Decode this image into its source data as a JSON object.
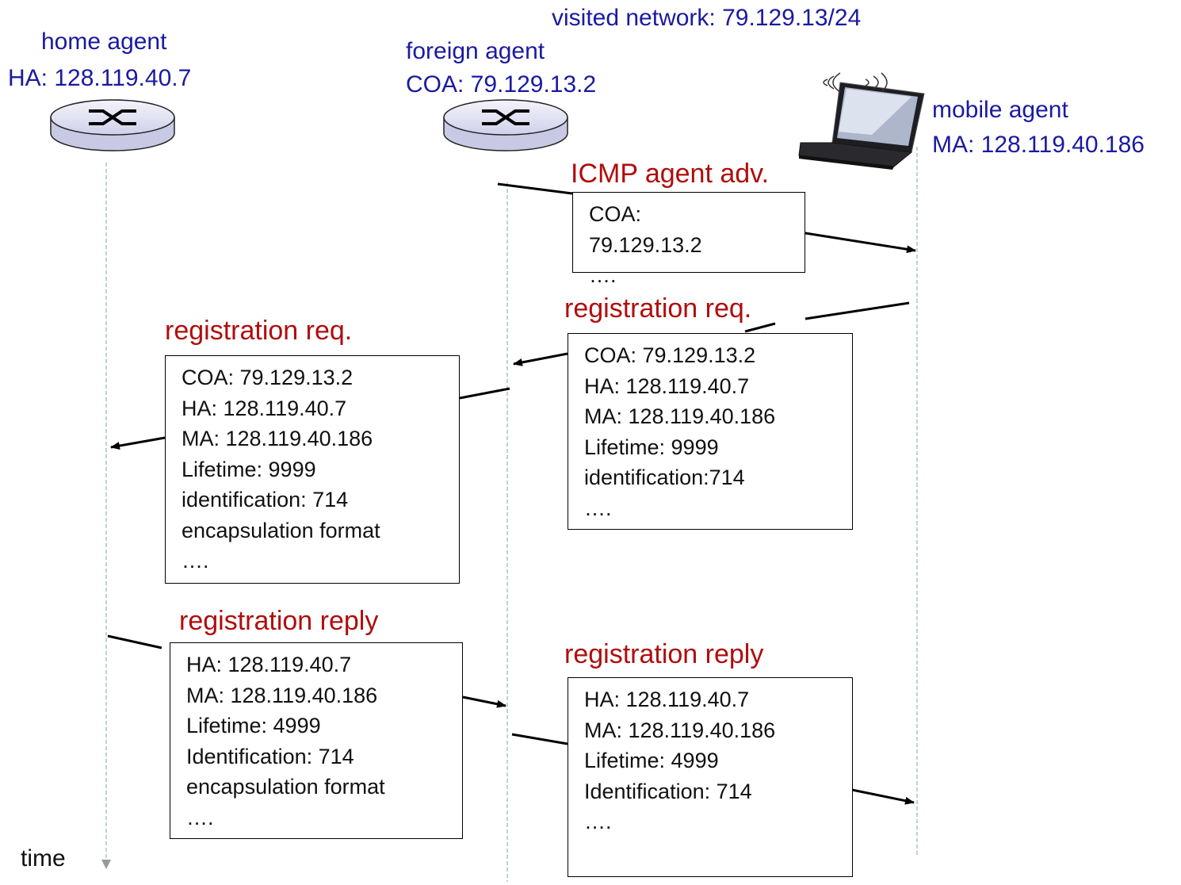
{
  "nodes": {
    "home": {
      "title": "home agent",
      "addr": "HA: 128.119.40.7"
    },
    "foreign": {
      "title": "foreign agent",
      "addr": "COA: 79.129.13.2"
    },
    "mobile": {
      "title": "mobile agent",
      "addr": "MA: 128.119.40.186"
    }
  },
  "visited_network": "visited network: 79.129.13/24",
  "time_label": "time",
  "messages": {
    "icmp": {
      "title": "ICMP agent adv.",
      "lines": [
        "COA:",
        "79.129.13.2",
        "…."
      ]
    },
    "reg_req_mobile": {
      "title": "registration req.",
      "lines": [
        "COA: 79.129.13.2",
        "HA: 128.119.40.7",
        "MA: 128.119.40.186",
        "Lifetime: 9999",
        "identification:714",
        "…."
      ]
    },
    "reg_req_home": {
      "title": "registration req.",
      "lines": [
        "COA: 79.129.13.2",
        "HA: 128.119.40.7",
        "MA: 128.119.40.186",
        "Lifetime: 9999",
        "identification: 714",
        "encapsulation format",
        "…."
      ]
    },
    "reg_reply_home": {
      "title": "registration reply",
      "lines": [
        "HA: 128.119.40.7",
        "MA: 128.119.40.186",
        "Lifetime: 4999",
        "Identification: 714",
        "encapsulation format",
        "…."
      ]
    },
    "reg_reply_foreign": {
      "title": "registration reply",
      "lines": [
        "HA: 128.119.40.7",
        "MA: 128.119.40.186",
        "Lifetime: 4999",
        "Identification: 714",
        "…."
      ]
    }
  },
  "colors": {
    "label_blue": "#1a1aa0",
    "message_red": "#b00d0d",
    "timeline": "#8fb8ad",
    "router_fill": "#dcdcf0"
  },
  "icons": [
    "router-icon",
    "router-icon",
    "laptop-icon"
  ]
}
